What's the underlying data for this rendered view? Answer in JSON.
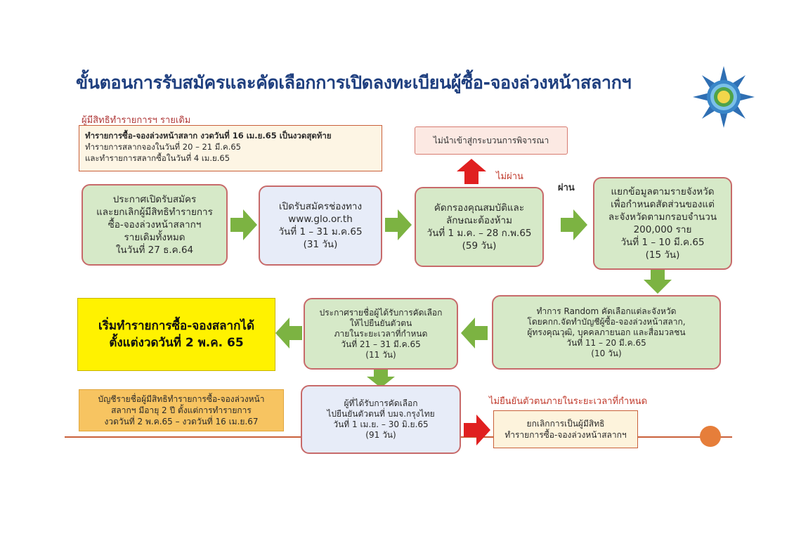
{
  "title": "ขั้นตอนการรับสมัครและคัดเลือกการเปิดลงทะเบียนผู้ซื้อ-จองล่วงหน้าสลากฯ",
  "existing_section": {
    "heading": "ผู้มีสิทธิทำรายการฯ รายเดิม",
    "lines": [
      "ทำรายการซื้อ-จองล่วงหน้าสลาก งวดวันที่ 16 เม.ย.65 เป็นงวดสุดท้าย",
      "ทำรายการสลากจองในวันที่ 20 – 21 มี.ค.65",
      "และทำรายการสลากซื้อในวันที่ 4 เม.ย.65"
    ]
  },
  "not_considered": "ไม่นำเข้าสู่กระบวนการพิจารณา",
  "fail_label": "ไม่ผ่าน",
  "pass_label": "ผ่าน",
  "stage1": {
    "lines": [
      "ประกาศเปิดรับสมัคร",
      "และยกเลิกผู้มีสิทธิทำรายการ",
      "ซื้อ-จองล่วงหน้าสลากฯ",
      "รายเดิมทั้งหมด",
      "ในวันที่ 27 ธ.ค.64"
    ]
  },
  "stage2": {
    "lines": [
      "เปิดรับสมัครช่องทาง",
      "www.glo.or.th",
      "วันที่ 1 – 31 ม.ค.65"
    ],
    "duration": "(31 วัน)"
  },
  "stage3": {
    "lines": [
      "คัดกรองคุณสมบัติและ",
      "ลักษณะต้องห้าม",
      "วันที่ 1 ม.ค. – 28 ก.พ.65"
    ],
    "duration": "(59 วัน)"
  },
  "stage4": {
    "lines": [
      "แยกข้อมูลตามรายจังหวัด",
      "เพื่อกำหนดสัดส่วนของแต่",
      "ละจังหวัดตามกรอบจำนวน",
      "200,000 ราย",
      "วันที่ 1 – 10 มี.ค.65"
    ],
    "duration": "(15 วัน)"
  },
  "stage5": {
    "lines": [
      "ทำการ Random คัดเลือกแต่ละจังหวัด",
      "โดยคกก.จัดทำบัญชีผู้ซื้อ-จองล่วงหน้าสลาก,",
      "ผู้ทรงคุณวุฒิ, บุคคลภายนอก และสื่อมวลชน",
      "วันที่ 11 – 20 มี.ค.65"
    ],
    "duration": "(10 วัน)"
  },
  "stage6": {
    "lines": [
      "ประกาศรายชื่อผู้ได้รับการคัดเลือก",
      "ให้ไปยืนยันตัวตน",
      "ภายในระยะเวลาที่กำหนด",
      "วันที่ 21 – 31 มี.ค.65"
    ],
    "duration": "(11 วัน)"
  },
  "start_box": {
    "lines": [
      "เริ่มทำรายการซื้อ-จองสลากได้",
      "ตั้งแต่งวดวันที่ 2 พ.ค. 65"
    ]
  },
  "list_validity": {
    "lines": [
      "บัญชีรายชื่อผู้มีสิทธิทำรายการซื้อ-จองล่วงหน้า",
      "สลากฯ มีอายุ 2 ปี ตั้งแต่การทำรายการ",
      "งวดวันที่ 2 พ.ค.65 – งวดวันที่ 16 เม.ย.67"
    ]
  },
  "stage7": {
    "lines": [
      "ผู้ที่ได้รับการคัดเลือก",
      "ไปยืนยันตัวตนที่ บมจ.กรุงไทย",
      "วันที่ 1 เม.ย. – 30 มิ.ย.65"
    ],
    "duration": "(91 วัน)"
  },
  "no_confirm_label": "ไม่ยืนยันตัวตนภายในระยะเวลาที่กำหนด",
  "cancel_box": {
    "lines": [
      "ยกเลิกการเป็นผู้มีสิทธิ",
      "ทำรายการซื้อ-จองล่วงหน้าสลากฯ"
    ]
  },
  "colors": {
    "title": "#1f3f7f",
    "green_fill": "#d6e9c8",
    "blue_fill": "#e7ecf8",
    "border": "#c76a6a",
    "green_arrow": "#7cb342",
    "red_arrow": "#e02020",
    "yellow": "#fff200",
    "orange": "#f7c461"
  }
}
